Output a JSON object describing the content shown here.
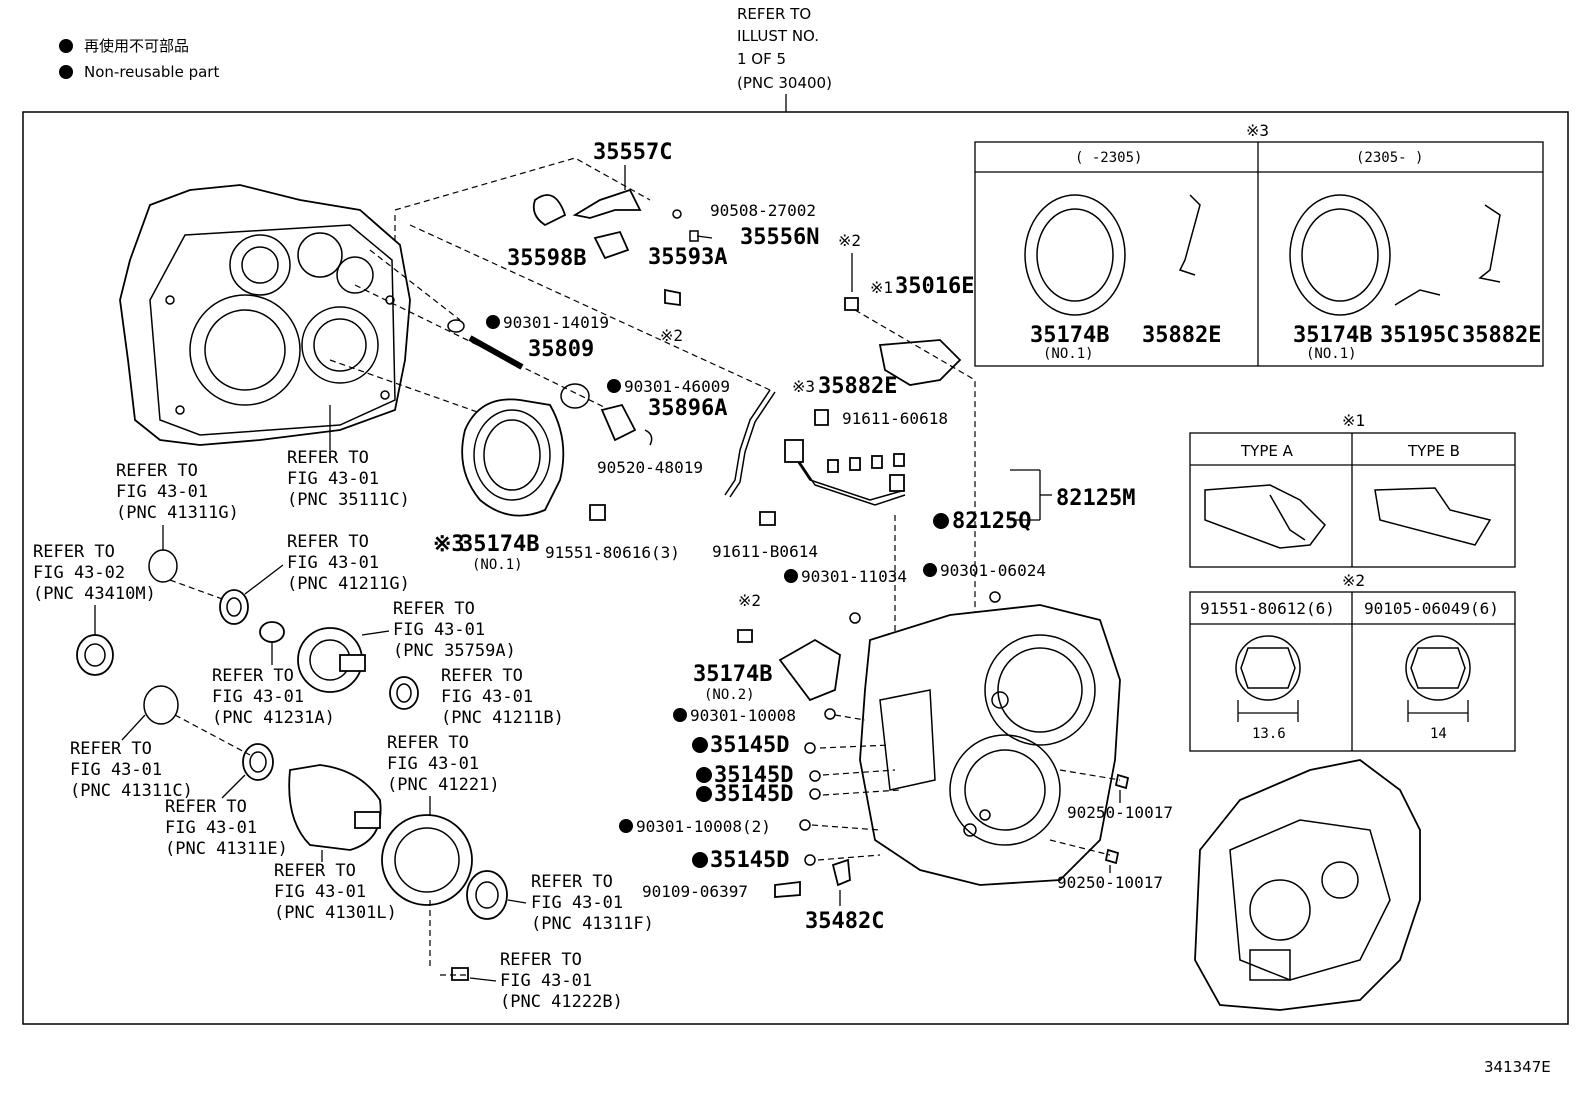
{
  "legend": {
    "jp": "再使用不可部品",
    "en": "Non-reusable part"
  },
  "top_ref": {
    "l1": "REFER TO",
    "l2": "ILLUST NO.",
    "l3": "1 OF 5",
    "l4": "(PNC 30400)"
  },
  "figure_id": "341347E",
  "common": {
    "refer_to": "REFER TO"
  },
  "refs": {
    "r35111c": {
      "fig": "FIG 43-01",
      "pnc": "(PNC 35111C)"
    },
    "r41311g": {
      "fig": "FIG 43-01",
      "pnc": "(PNC 41311G)"
    },
    "r43410m": {
      "fig": "FIG 43-02",
      "pnc": "(PNC 43410M)"
    },
    "r41211g": {
      "fig": "FIG 43-01",
      "pnc": "(PNC 41211G)"
    },
    "r35759a": {
      "fig": "FIG 43-01",
      "pnc": "(PNC 35759A)"
    },
    "r41231a": {
      "fig": "FIG 43-01",
      "pnc": "(PNC 41231A)"
    },
    "r41211b": {
      "fig": "FIG 43-01",
      "pnc": "(PNC 41211B)"
    },
    "r41311c": {
      "fig": "FIG 43-01",
      "pnc": "(PNC 41311C)"
    },
    "r41221": {
      "fig": "FIG 43-01",
      "pnc": "(PNC 41221)"
    },
    "r41311e": {
      "fig": "FIG 43-01",
      "pnc": "(PNC 41311E)"
    },
    "r41301l": {
      "fig": "FIG 43-01",
      "pnc": "(PNC 41301L)"
    },
    "r41311f": {
      "fig": "FIG 43-01",
      "pnc": "(PNC 41311F)"
    },
    "r41222b": {
      "fig": "FIG 43-01",
      "pnc": "(PNC 41222B)"
    }
  },
  "parts": {
    "p35557c": "35557C",
    "p90508": "90508-27002",
    "p35598b": "35598B",
    "p35593a": "35593A",
    "p35556n": "35556N",
    "p90301_14019": "90301-14019",
    "p35809": "35809",
    "p90301_46009": "90301-46009",
    "p35896a": "35896A",
    "p90520": "90520-48019",
    "p35174b": "35174B",
    "p35174b_no1": "(NO.1)",
    "p91551_3": "91551-80616(3)",
    "p35016e": "35016E",
    "p35882e": "35882E",
    "p91611_60618": "91611-60618",
    "p82125m": "82125M",
    "p91611_b0614": "91611-B0614",
    "p82125q": "82125Q",
    "p90301_11034": "90301-11034",
    "p90301_06024": "90301-06024",
    "p35174b2": "35174B",
    "p35174b_no2": "(NO.2)",
    "p90301_10008": "90301-10008",
    "p35145d_a": "35145D",
    "p35145d_b": "35145D",
    "p35145d_c": "35145D",
    "p90301_10008_2": "90301-10008(2)",
    "p35145d_d": "35145D",
    "p90109": "90109-06397",
    "p35482c": "35482C",
    "p90250_a": "90250-10017",
    "p90250_b": "90250-10017"
  },
  "marks": {
    "m1": "※1",
    "m2": "※2",
    "m3": "※3"
  },
  "box3": {
    "title": "※3",
    "col1_head": "(      -2305)",
    "col2_head": "(2305-      )",
    "c1_part1": "35174B",
    "c1_part1_sub": "(NO.1)",
    "c1_part2": "35882E",
    "c2_part1": "35174B",
    "c2_part1_sub": "(NO.1)",
    "c2_part2": "35195C",
    "c2_part3": "35882E"
  },
  "box1": {
    "title": "※1",
    "type_a": "TYPE A",
    "type_b": "TYPE B"
  },
  "box2": {
    "title": "※2",
    "col1": "91551-80612(6)",
    "col2": "90105-06049(6)",
    "dim1": "13.6",
    "dim2": "14"
  }
}
